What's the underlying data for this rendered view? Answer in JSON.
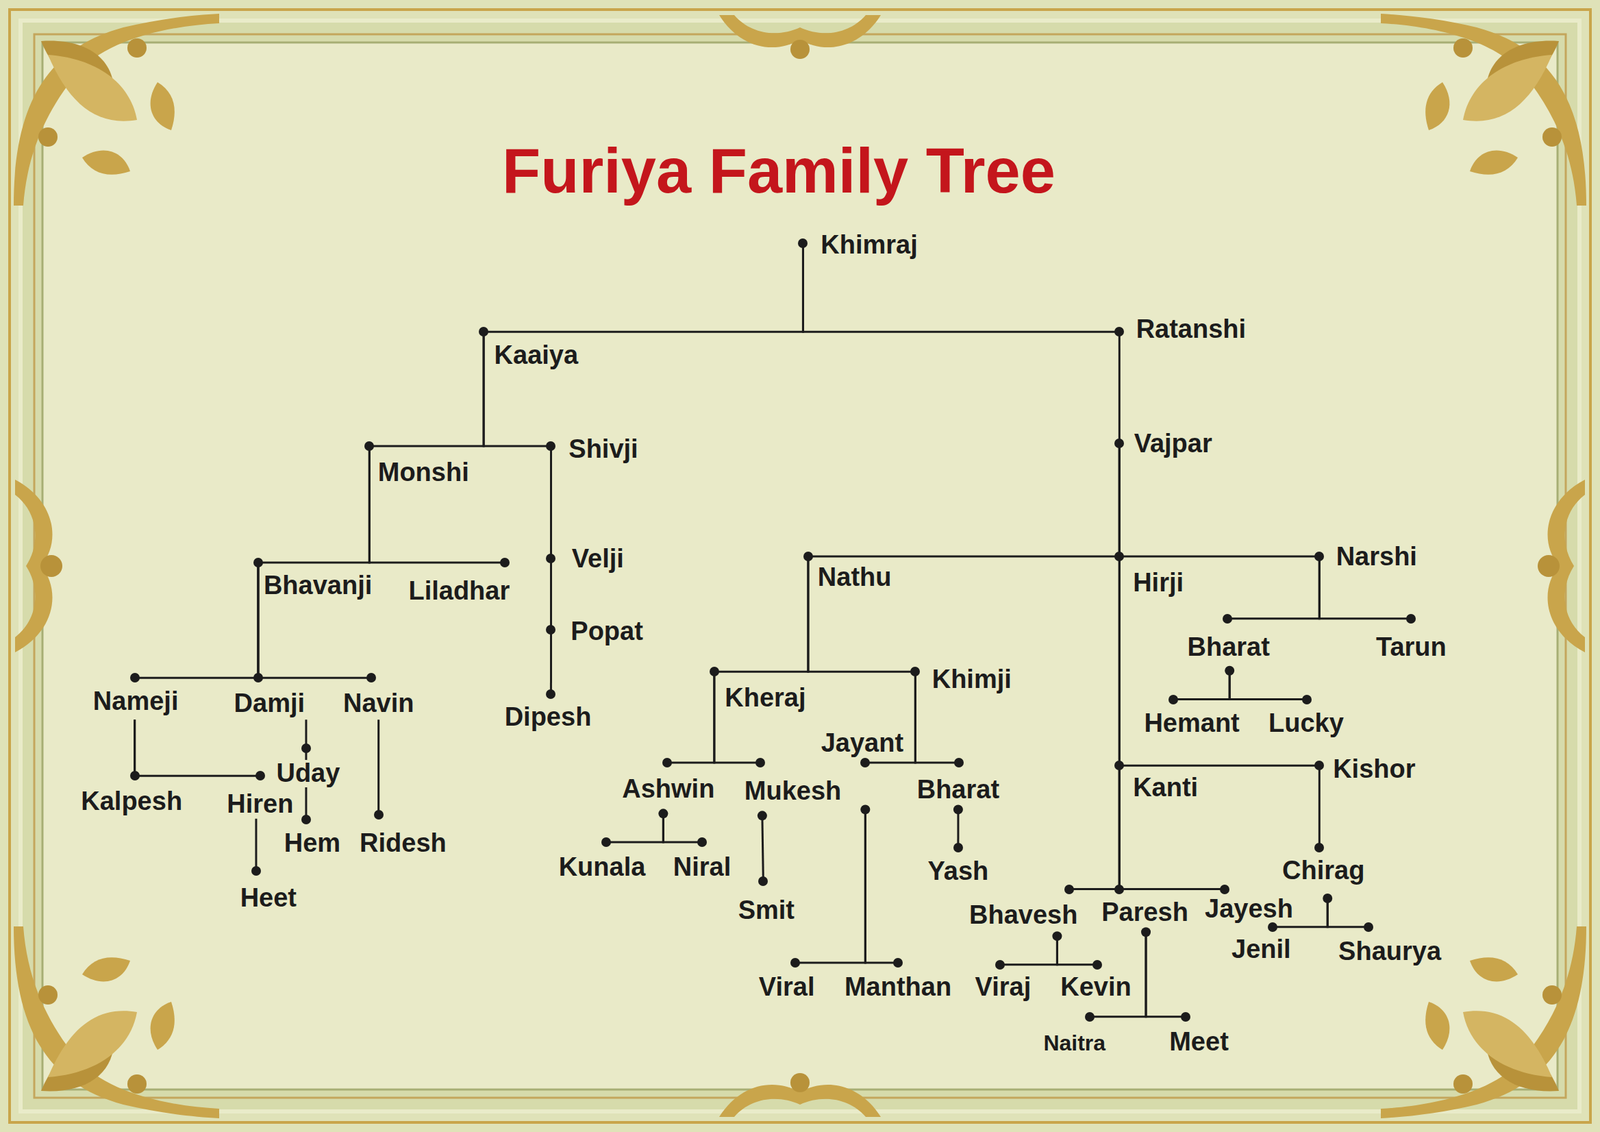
{
  "diagram": {
    "title": "Furiya Family Tree",
    "nodes": [
      {
        "text": [
          "Khimraj"
        ]
      },
      {
        "text": [
          "Kaaiya"
        ]
      },
      {
        "text": [
          "Ratanshi"
        ]
      },
      {
        "text": [
          "Monshi"
        ]
      },
      {
        "text": [
          "Shivji"
        ]
      },
      {
        "text": [
          "Bhavanji"
        ]
      },
      {
        "text": [
          "Liladhar"
        ]
      },
      {
        "text": [
          "Velji"
        ]
      },
      {
        "text": [
          "Popat"
        ]
      },
      {
        "text": [
          "Dipesh"
        ]
      },
      {
        "text": [
          "Nameji"
        ]
      },
      {
        "text": [
          "Damji"
        ]
      },
      {
        "text": [
          "Navin"
        ]
      },
      {
        "text": [
          "Kalpesh"
        ]
      },
      {
        "text": [
          "Hiren"
        ]
      },
      {
        "text": [
          "Uday"
        ]
      },
      {
        "text": [
          "Hem"
        ]
      },
      {
        "text": [
          "Ridesh"
        ]
      },
      {
        "text": [
          "Heet"
        ]
      },
      {
        "text": [
          "Vajpar"
        ]
      },
      {
        "text": [
          "Nathu"
        ]
      },
      {
        "text": [
          "Hirji"
        ]
      },
      {
        "text": [
          "Narshi"
        ]
      },
      {
        "text": [
          "Kheraj"
        ]
      },
      {
        "text": [
          "Khimji"
        ]
      },
      {
        "text": [
          "Ashwin"
        ]
      },
      {
        "text": [
          "Mukesh"
        ]
      },
      {
        "text": [
          "Jayant"
        ]
      },
      {
        "text": [
          "Bharat"
        ]
      },
      {
        "text": [
          "Kunala"
        ]
      },
      {
        "text": [
          "Niral"
        ]
      },
      {
        "text": [
          "Smit"
        ]
      },
      {
        "text": [
          "Viral"
        ]
      },
      {
        "text": [
          "Manthan"
        ]
      },
      {
        "text": [
          "Yash"
        ]
      },
      {
        "text": [
          "Bharat"
        ]
      },
      {
        "text": [
          "Tarun"
        ]
      },
      {
        "text": [
          "Hemant"
        ]
      },
      {
        "text": [
          "Lucky"
        ]
      },
      {
        "text": [
          "Kanti"
        ]
      },
      {
        "text": [
          "Kishor"
        ]
      },
      {
        "text": [
          "Bhavesh"
        ]
      },
      {
        "text": [
          "Paresh"
        ]
      },
      {
        "text": [
          "Jayesh"
        ]
      },
      {
        "text": [
          "Chirag"
        ]
      },
      {
        "text": [
          "Viraj"
        ]
      },
      {
        "text": [
          "Kevin"
        ]
      },
      {
        "text": [
          "Naitra"
        ]
      },
      {
        "text": [
          "Meet"
        ]
      },
      {
        "text": [
          "Jenil"
        ]
      },
      {
        "text": [
          "Shaurya"
        ]
      }
    ],
    "edges": [
      {
        "from": 0,
        "to": 1,
        "arrow": "none"
      },
      {
        "from": 0,
        "to": 2,
        "arrow": "none"
      },
      {
        "from": 2,
        "to": 19,
        "arrow": "none"
      },
      {
        "from": 1,
        "to": 3,
        "arrow": "none"
      },
      {
        "from": 1,
        "to": 4,
        "arrow": "none"
      },
      {
        "from": 3,
        "to": 5,
        "arrow": "none"
      },
      {
        "from": 3,
        "to": 6,
        "arrow": "none"
      },
      {
        "from": 4,
        "to": 7,
        "arrow": "none"
      },
      {
        "from": 7,
        "to": 8,
        "arrow": "none"
      },
      {
        "from": 8,
        "to": 9,
        "arrow": "none"
      },
      {
        "from": 5,
        "to": 10,
        "arrow": "none"
      },
      {
        "from": 5,
        "to": 11,
        "arrow": "none"
      },
      {
        "from": 5,
        "to": 12,
        "arrow": "none"
      },
      {
        "from": 10,
        "to": 13,
        "arrow": "none"
      },
      {
        "from": 10,
        "to": 14,
        "arrow": "none"
      },
      {
        "from": 11,
        "to": 15,
        "arrow": "none"
      },
      {
        "from": 15,
        "to": 16,
        "arrow": "none"
      },
      {
        "from": 12,
        "to": 17,
        "arrow": "none"
      },
      {
        "from": 14,
        "to": 18,
        "arrow": "none"
      },
      {
        "from": 19,
        "to": 20,
        "arrow": "none"
      },
      {
        "from": 19,
        "to": 21,
        "arrow": "none"
      },
      {
        "from": 19,
        "to": 22,
        "arrow": "none"
      },
      {
        "from": 20,
        "to": 23,
        "arrow": "none"
      },
      {
        "from": 20,
        "to": 24,
        "arrow": "none"
      },
      {
        "from": 23,
        "to": 25,
        "arrow": "none"
      },
      {
        "from": 23,
        "to": 26,
        "arrow": "none"
      },
      {
        "from": 24,
        "to": 27,
        "arrow": "none"
      },
      {
        "from": 24,
        "to": 28,
        "arrow": "none"
      },
      {
        "from": 25,
        "to": 29,
        "arrow": "none"
      },
      {
        "from": 25,
        "to": 30,
        "arrow": "none"
      },
      {
        "from": 26,
        "to": 31,
        "arrow": "none"
      },
      {
        "from": 27,
        "to": 32,
        "arrow": "none"
      },
      {
        "from": 27,
        "to": 33,
        "arrow": "none"
      },
      {
        "from": 28,
        "to": 34,
        "arrow": "none"
      },
      {
        "from": 22,
        "to": 35,
        "arrow": "none"
      },
      {
        "from": 22,
        "to": 36,
        "arrow": "none"
      },
      {
        "from": 35,
        "to": 37,
        "arrow": "none"
      },
      {
        "from": 35,
        "to": 38,
        "arrow": "none"
      },
      {
        "from": 21,
        "to": 39,
        "arrow": "none"
      },
      {
        "from": 21,
        "to": 40,
        "arrow": "none"
      },
      {
        "from": 39,
        "to": 41,
        "arrow": "none"
      },
      {
        "from": 39,
        "to": 42,
        "arrow": "none"
      },
      {
        "from": 39,
        "to": 43,
        "arrow": "none"
      },
      {
        "from": 40,
        "to": 44,
        "arrow": "none"
      },
      {
        "from": 41,
        "to": 45,
        "arrow": "none"
      },
      {
        "from": 41,
        "to": 46,
        "arrow": "none"
      },
      {
        "from": 42,
        "to": 47,
        "arrow": "none"
      },
      {
        "from": 42,
        "to": 48,
        "arrow": "none"
      },
      {
        "from": 44,
        "to": 49,
        "arrow": "none"
      },
      {
        "from": 44,
        "to": 50,
        "arrow": "none"
      }
    ]
  }
}
